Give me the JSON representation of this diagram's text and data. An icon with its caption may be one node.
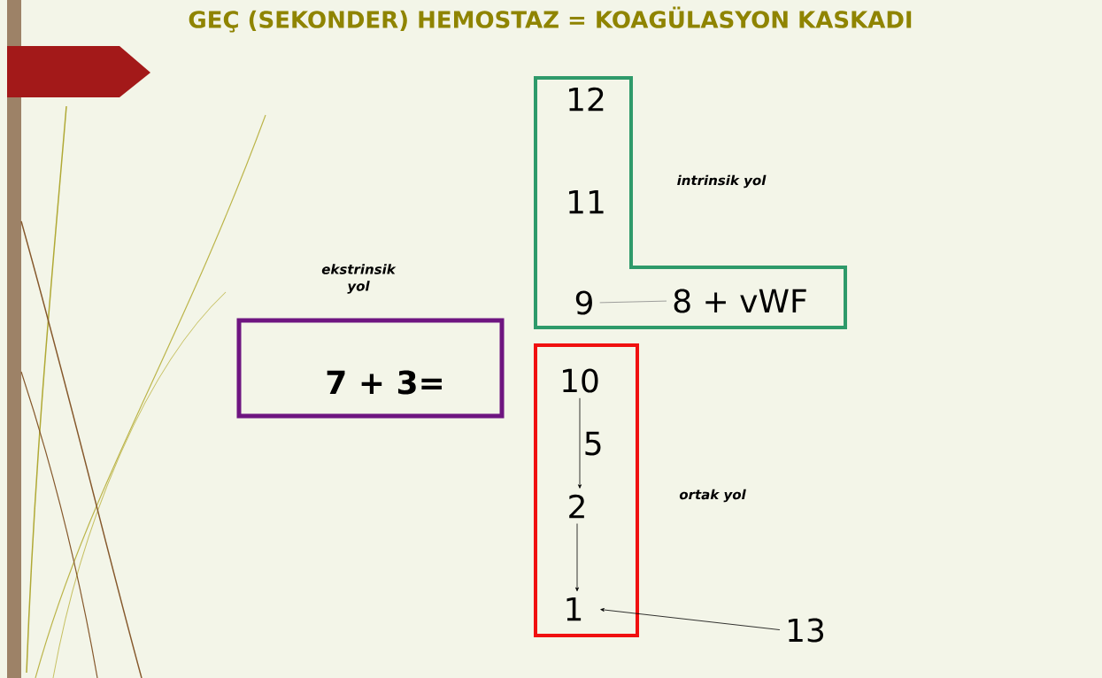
{
  "diagram": {
    "title": "GEÇ (SEKONDER) HEMOSTAZ = KOAGÜLASYON KASKADI",
    "nodes": [
      {
        "text": [
          "intrinsik yol"
        ]
      },
      {
        "text": [
          "12"
        ],
        "in": 0
      },
      {
        "text": [
          "11"
        ],
        "in": 0
      },
      {
        "text": [
          "9"
        ],
        "in": 0
      },
      {
        "text": [
          "8 + vWF"
        ],
        "in": 0
      },
      {
        "text": [
          "ekstrinsik yol",
          "7 + 3="
        ]
      },
      {
        "text": [
          "ortak yol"
        ]
      },
      {
        "text": [
          "10"
        ],
        "in": 6
      },
      {
        "text": [
          "2"
        ],
        "in": 6
      },
      {
        "text": [
          "1"
        ],
        "in": 6
      },
      {
        "text": [
          "13"
        ]
      }
    ],
    "edges": [
      {
        "from": 3,
        "to": 4,
        "arrow": "none",
        "color": "#888888"
      },
      {
        "from": 7,
        "to": 8,
        "arrow": "to",
        "label": "5"
      },
      {
        "from": 8,
        "to": 9,
        "arrow": "to"
      },
      {
        "from": 10,
        "to": 9,
        "arrow": "to"
      }
    ]
  }
}
